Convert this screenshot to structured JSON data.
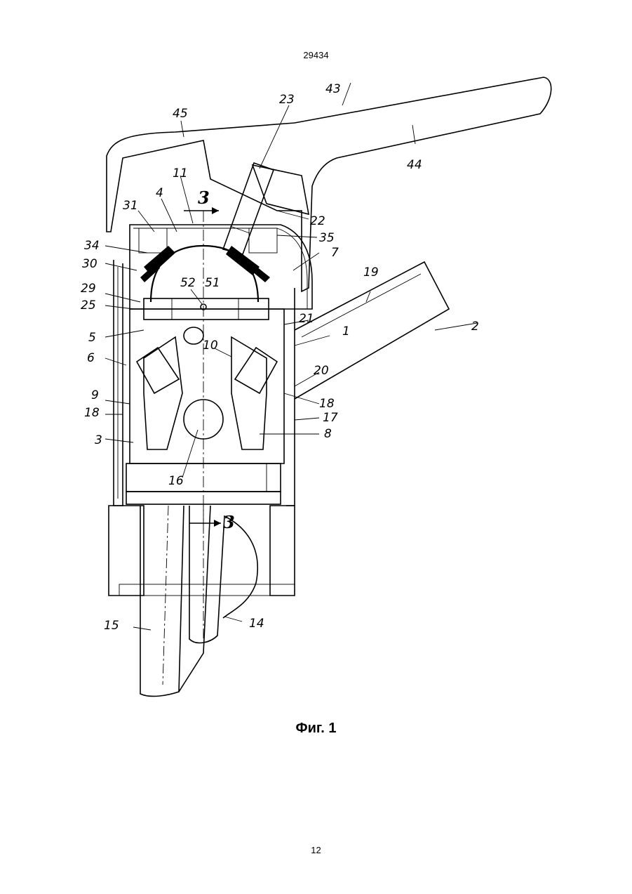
{
  "header": {
    "document_number": "29434"
  },
  "figure": {
    "caption": "Фиг. 1",
    "labels": [
      {
        "id": "45",
        "text": "45"
      },
      {
        "id": "43",
        "text": "43"
      },
      {
        "id": "23",
        "text": "23"
      },
      {
        "id": "44",
        "text": "44"
      },
      {
        "id": "11",
        "text": "11"
      },
      {
        "id": "4",
        "text": "4"
      },
      {
        "id": "section-top",
        "text": "3"
      },
      {
        "id": "31",
        "text": "31"
      },
      {
        "id": "22",
        "text": "22"
      },
      {
        "id": "35",
        "text": "35"
      },
      {
        "id": "34",
        "text": "34"
      },
      {
        "id": "7",
        "text": "7"
      },
      {
        "id": "30",
        "text": "30"
      },
      {
        "id": "19",
        "text": "19"
      },
      {
        "id": "52",
        "text": "52"
      },
      {
        "id": "51",
        "text": "51"
      },
      {
        "id": "29",
        "text": "29"
      },
      {
        "id": "25",
        "text": "25"
      },
      {
        "id": "21",
        "text": "21"
      },
      {
        "id": "2",
        "text": "2"
      },
      {
        "id": "5",
        "text": "5"
      },
      {
        "id": "1",
        "text": "1"
      },
      {
        "id": "10",
        "text": "10"
      },
      {
        "id": "6",
        "text": "6"
      },
      {
        "id": "20",
        "text": "20"
      },
      {
        "id": "9",
        "text": "9"
      },
      {
        "id": "18a",
        "text": "18"
      },
      {
        "id": "18b",
        "text": "18"
      },
      {
        "id": "17",
        "text": "17"
      },
      {
        "id": "3",
        "text": "3"
      },
      {
        "id": "8",
        "text": "8"
      },
      {
        "id": "16",
        "text": "16"
      },
      {
        "id": "section-bottom",
        "text": "3"
      },
      {
        "id": "15",
        "text": "15"
      },
      {
        "id": "14",
        "text": "14"
      }
    ]
  },
  "footer": {
    "page_number": "12"
  }
}
